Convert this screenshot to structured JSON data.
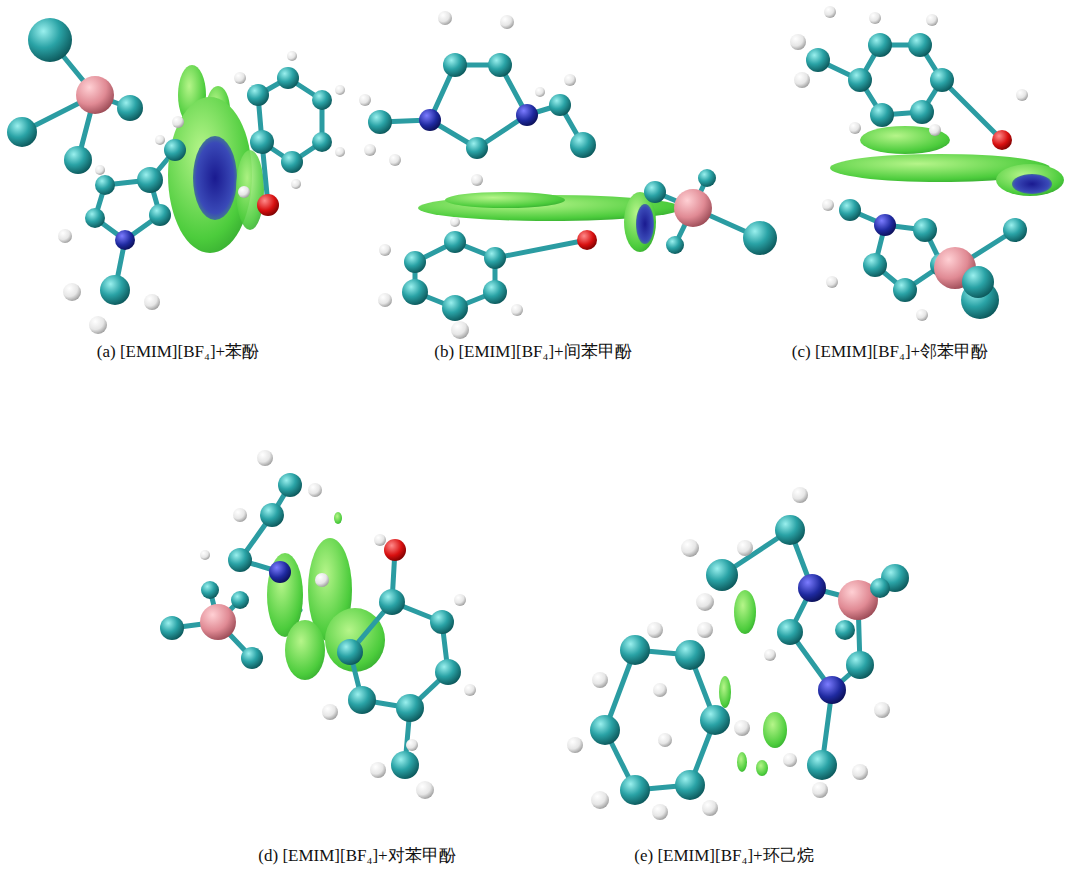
{
  "diagram": {
    "labels": [
      "(a) [EMIM][BF₄]+苯酚",
      "(b) [EMIM][BF₄]+间苯甲酚",
      "(c) [EMIM][BF₄]+邻苯甲酚",
      "(d) [EMIM][BF₄]+对苯甲酚",
      "(e) [EMIM][BF₄]+环己烷"
    ]
  }
}
